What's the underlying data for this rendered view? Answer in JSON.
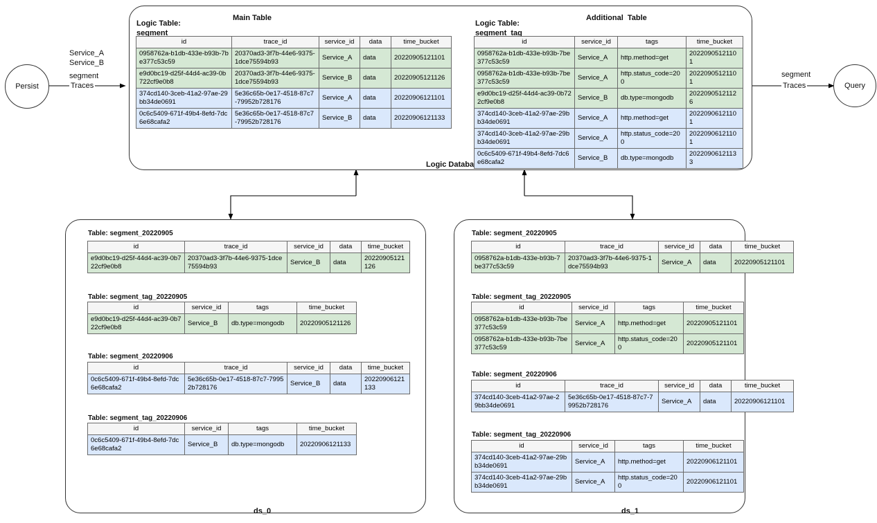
{
  "colors": {
    "green_row": "#d5e8d4",
    "blue_row": "#dae8fc",
    "header_bg": "#f5f5f5",
    "border": "#6a6a6a",
    "stroke": "#333333"
  },
  "endpoints": {
    "persist": "Persist",
    "query": "Query"
  },
  "edges": {
    "left": {
      "line1": "Service_A",
      "line2": "Service_B",
      "line3": "segment",
      "line4": "Traces"
    },
    "right": {
      "line1": "segment",
      "line2": "Traces"
    }
  },
  "logic_database": {
    "caption": "Logic Database",
    "main": {
      "heading": "Main Table",
      "logic_label_line1": "Logic Table:",
      "logic_label_line2": "segment",
      "columns": [
        "id",
        "trace_id",
        "service_id",
        "data",
        "time_bucket"
      ],
      "rows": [
        {
          "tint": "green",
          "cells": [
            "0958762a-b1db-433e-b93b-7be377c53c59",
            "20370ad3-3f7b-44e6-9375-1dce75594b93",
            "Service_A",
            "data",
            "20220905121101"
          ]
        },
        {
          "tint": "green",
          "cells": [
            "e9d0bc19-d25f-44d4-ac39-0b722cf9e0b8",
            "20370ad3-3f7b-44e6-9375-1dce75594b93",
            "Service_B",
            "data",
            "20220905121126"
          ]
        },
        {
          "tint": "blue",
          "cells": [
            "374cd140-3ceb-41a2-97ae-29bb34de0691",
            "5e36c65b-0e17-4518-87c7-79952b728176",
            "Service_A",
            "data",
            "20220906121101"
          ]
        },
        {
          "tint": "blue",
          "cells": [
            "0c6c5409-671f-49b4-8efd-7dc6e68cafa2",
            "5e36c65b-0e17-4518-87c7-79952b728176",
            "Service_B",
            "data",
            "20220906121133"
          ]
        }
      ]
    },
    "additional": {
      "heading": "Additional  Table",
      "logic_label_line1": "Logic Table:",
      "logic_label_line2": "segment_tag",
      "columns": [
        "id",
        "service_id",
        "tags",
        "time_bucket"
      ],
      "rows": [
        {
          "tint": "green",
          "cells": [
            "0958762a-b1db-433e-b93b-7be377c53c59",
            "Service_A",
            "http.method=get",
            "20220905121101"
          ]
        },
        {
          "tint": "green",
          "cells": [
            "0958762a-b1db-433e-b93b-7be377c53c59",
            "Service_A",
            "http.status_code=200",
            "20220905121101"
          ]
        },
        {
          "tint": "green",
          "cells": [
            "e9d0bc19-d25f-44d4-ac39-0b722cf9e0b8",
            "Service_B",
            "db.type=mongodb",
            "20220905121126"
          ]
        },
        {
          "tint": "blue",
          "cells": [
            "374cd140-3ceb-41a2-97ae-29bb34de0691",
            "Service_A",
            "http.method=get",
            "20220906121101"
          ]
        },
        {
          "tint": "blue",
          "cells": [
            "374cd140-3ceb-41a2-97ae-29bb34de0691",
            "Service_A",
            "http.status_code=200",
            "20220906121101"
          ]
        },
        {
          "tint": "blue",
          "cells": [
            "0c6c5409-671f-49b4-8efd-7dc6e68cafa2",
            "Service_B",
            "db.type=mongodb",
            "20220906121133"
          ]
        }
      ]
    }
  },
  "ds_0": {
    "caption": "ds_0",
    "tables": [
      {
        "title": "Table: segment_20220905",
        "columns": [
          "id",
          "trace_id",
          "service_id",
          "data",
          "time_bucket"
        ],
        "rows": [
          {
            "tint": "green",
            "cells": [
              "e9d0bc19-d25f-44d4-ac39-0b722cf9e0b8",
              "20370ad3-3f7b-44e6-9375-1dce75594b93",
              "Service_B",
              "data",
              "20220905121126"
            ]
          }
        ]
      },
      {
        "title": "Table: segment_tag_20220905",
        "columns": [
          "id",
          "service_id",
          "tags",
          "time_bucket"
        ],
        "rows": [
          {
            "tint": "green",
            "cells": [
              "e9d0bc19-d25f-44d4-ac39-0b722cf9e0b8",
              "Service_B",
              "db.type=mongodb",
              "20220905121126"
            ]
          }
        ]
      },
      {
        "title": "Table: segment_20220906",
        "columns": [
          "id",
          "trace_id",
          "service_id",
          "data",
          "time_bucket"
        ],
        "rows": [
          {
            "tint": "blue",
            "cells": [
              "0c6c5409-671f-49b4-8efd-7dc6e68cafa2",
              "5e36c65b-0e17-4518-87c7-79952b728176",
              "Service_B",
              "data",
              "20220906121133"
            ]
          }
        ]
      },
      {
        "title": "Table: segment_tag_20220906",
        "columns": [
          "id",
          "service_id",
          "tags",
          "time_bucket"
        ],
        "rows": [
          {
            "tint": "blue",
            "cells": [
              "0c6c5409-671f-49b4-8efd-7dc6e68cafa2",
              "Service_B",
              "db.type=mongodb",
              "20220906121133"
            ]
          }
        ]
      }
    ]
  },
  "ds_1": {
    "caption": "ds_1",
    "tables": [
      {
        "title": "Table: segment_20220905",
        "columns": [
          "id",
          "trace_id",
          "service_id",
          "data",
          "time_bucket"
        ],
        "rows": [
          {
            "tint": "green",
            "cells": [
              "0958762a-b1db-433e-b93b-7be377c53c59",
              "20370ad3-3f7b-44e6-9375-1dce75594b93",
              "Service_A",
              "data",
              "20220905121101"
            ]
          }
        ]
      },
      {
        "title": "Table: segment_tag_20220905",
        "columns": [
          "id",
          "service_id",
          "tags",
          "time_bucket"
        ],
        "rows": [
          {
            "tint": "green",
            "cells": [
              "0958762a-b1db-433e-b93b-7be377c53c59",
              "Service_A",
              "http.method=get",
              "20220905121101"
            ]
          },
          {
            "tint": "green",
            "cells": [
              "0958762a-b1db-433e-b93b-7be377c53c59",
              "Service_A",
              "http.status_code=200",
              "20220905121101"
            ]
          }
        ]
      },
      {
        "title": "Table: segment_20220906",
        "columns": [
          "id",
          "trace_id",
          "service_id",
          "data",
          "time_bucket"
        ],
        "rows": [
          {
            "tint": "blue",
            "cells": [
              "374cd140-3ceb-41a2-97ae-29bb34de0691",
              "5e36c65b-0e17-4518-87c7-79952b728176",
              "Service_A",
              "data",
              "20220906121101"
            ]
          }
        ]
      },
      {
        "title": "Table: segment_tag_20220906",
        "columns": [
          "id",
          "service_id",
          "tags",
          "time_bucket"
        ],
        "rows": [
          {
            "tint": "blue",
            "cells": [
              "374cd140-3ceb-41a2-97ae-29bb34de0691",
              "Service_A",
              "http.method=get",
              "20220906121101"
            ]
          },
          {
            "tint": "blue",
            "cells": [
              "374cd140-3ceb-41a2-97ae-29bb34de0691",
              "Service_A",
              "http.status_code=200",
              "20220906121101"
            ]
          }
        ]
      }
    ]
  }
}
